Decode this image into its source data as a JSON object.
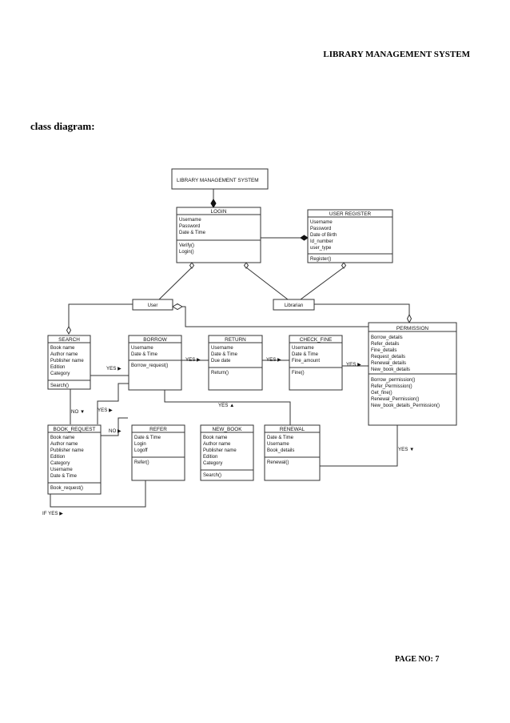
{
  "header": {
    "title": "LIBRARY MANAGEMENT SYSTEM"
  },
  "section": {
    "title": "class diagram:"
  },
  "footer": {
    "page_no": "PAGE NO: 7"
  },
  "diagram": {
    "top_box": "LIBRARY MANAGEMENT SYSTEM",
    "login": {
      "title": "LOGIN",
      "attributes": [
        "Username",
        "Password",
        "Date & Time"
      ],
      "methods": [
        "Verify()",
        "Login()"
      ]
    },
    "user_register": {
      "title": "USER REGISTER",
      "attributes": [
        "Username",
        "Password",
        "Date of Birth",
        "Id_number",
        "user_type"
      ],
      "methods": [
        "Register()"
      ]
    },
    "user": {
      "title": "User"
    },
    "librarian": {
      "title": "Librarian"
    },
    "search": {
      "title": "SEARCH",
      "attributes": [
        "Book name",
        "Author name",
        "Publisher name",
        "Edition",
        "Category"
      ],
      "methods": [
        "Search()"
      ]
    },
    "borrow": {
      "title": "BORROW",
      "attributes": [
        "Username",
        "Date & Time"
      ],
      "methods": [
        "Borrow_request()"
      ]
    },
    "return": {
      "title": "RETURN",
      "attributes": [
        "Username",
        "Date & Time",
        "Due date"
      ],
      "methods": [
        "Return()"
      ]
    },
    "check_fine": {
      "title": "CHECK_FINE",
      "attributes": [
        "Username",
        "Date & Time",
        "Fine_amount"
      ],
      "methods": [
        "Fine()"
      ]
    },
    "permission": {
      "title": "PERMISSION",
      "attributes": [
        "Borrow_details",
        "Refer_details",
        "Fine_details",
        "Request_details",
        "Renewal_details",
        "New_book_details"
      ],
      "methods": [
        "Borrow_permission()",
        "Refer_Permission()",
        "Get_fine()",
        "Renewal_Permission()",
        "New_book_details_Permission()"
      ]
    },
    "book_request": {
      "title": "BOOK_REQUEST",
      "attributes": [
        "Book name",
        "Author name",
        "Publisher name",
        "Edition",
        "Category",
        "Username",
        "Date & Time"
      ],
      "methods": [
        "Book_request()"
      ]
    },
    "refer": {
      "title": "REFER",
      "attributes": [
        "Date & Time",
        "Login",
        "Logoff"
      ],
      "methods": [
        "Refer()"
      ]
    },
    "new_book": {
      "title": "NEW_BOOK",
      "attributes": [
        "Book name",
        "Author name",
        "Publisher name",
        "Edition",
        "Category"
      ],
      "methods": [
        "Search()"
      ]
    },
    "renewal": {
      "title": "RENEWAL",
      "attributes": [
        "Date & Time",
        "Username",
        "Book_details"
      ],
      "methods": [
        "Renewal()"
      ]
    },
    "labels": {
      "search_to_borrow": "YES ▶",
      "borrow_to_return": "YES ▶",
      "return_to_check_fine": "YES ▶",
      "check_fine_to_permission": "YES ▶",
      "search_no": "NO ▼",
      "book_request_yes": "YES ▶",
      "book_request_no": "NO ▶",
      "renewal_yes": "YES ▲",
      "permission_yes": "YES ▼",
      "if_yes": "IF YES ▶"
    }
  }
}
